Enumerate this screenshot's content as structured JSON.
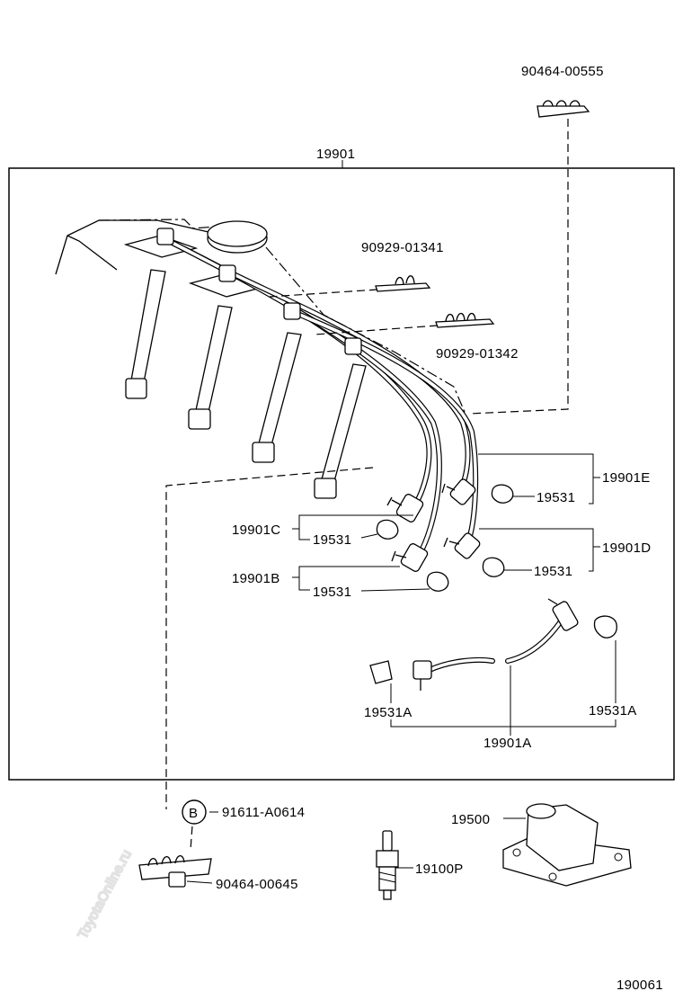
{
  "watermark": "ToyotaOnline.ru",
  "callouts": {
    "assembly": "19901",
    "clamp_top": "90464-00555",
    "clamp_1341": "90929-01341",
    "clamp_1342": "90929-01342",
    "cord_e": "19901E",
    "cord_d": "19901D",
    "cord_c": "19901C",
    "cord_b": "19901B",
    "cord_a": "19901A",
    "grommet_e": "19531",
    "grommet_d": "19531",
    "grommet_c": "19531",
    "grommet_b": "19531",
    "grommet_a_left": "19531A",
    "grommet_a_right": "19531A",
    "bolt_marker": "B",
    "bolt": "91611-A0614",
    "clamp_bottom": "90464-00645",
    "spark_plug": "19100P",
    "ignition_coil": "19500",
    "figure_number": "190061"
  }
}
